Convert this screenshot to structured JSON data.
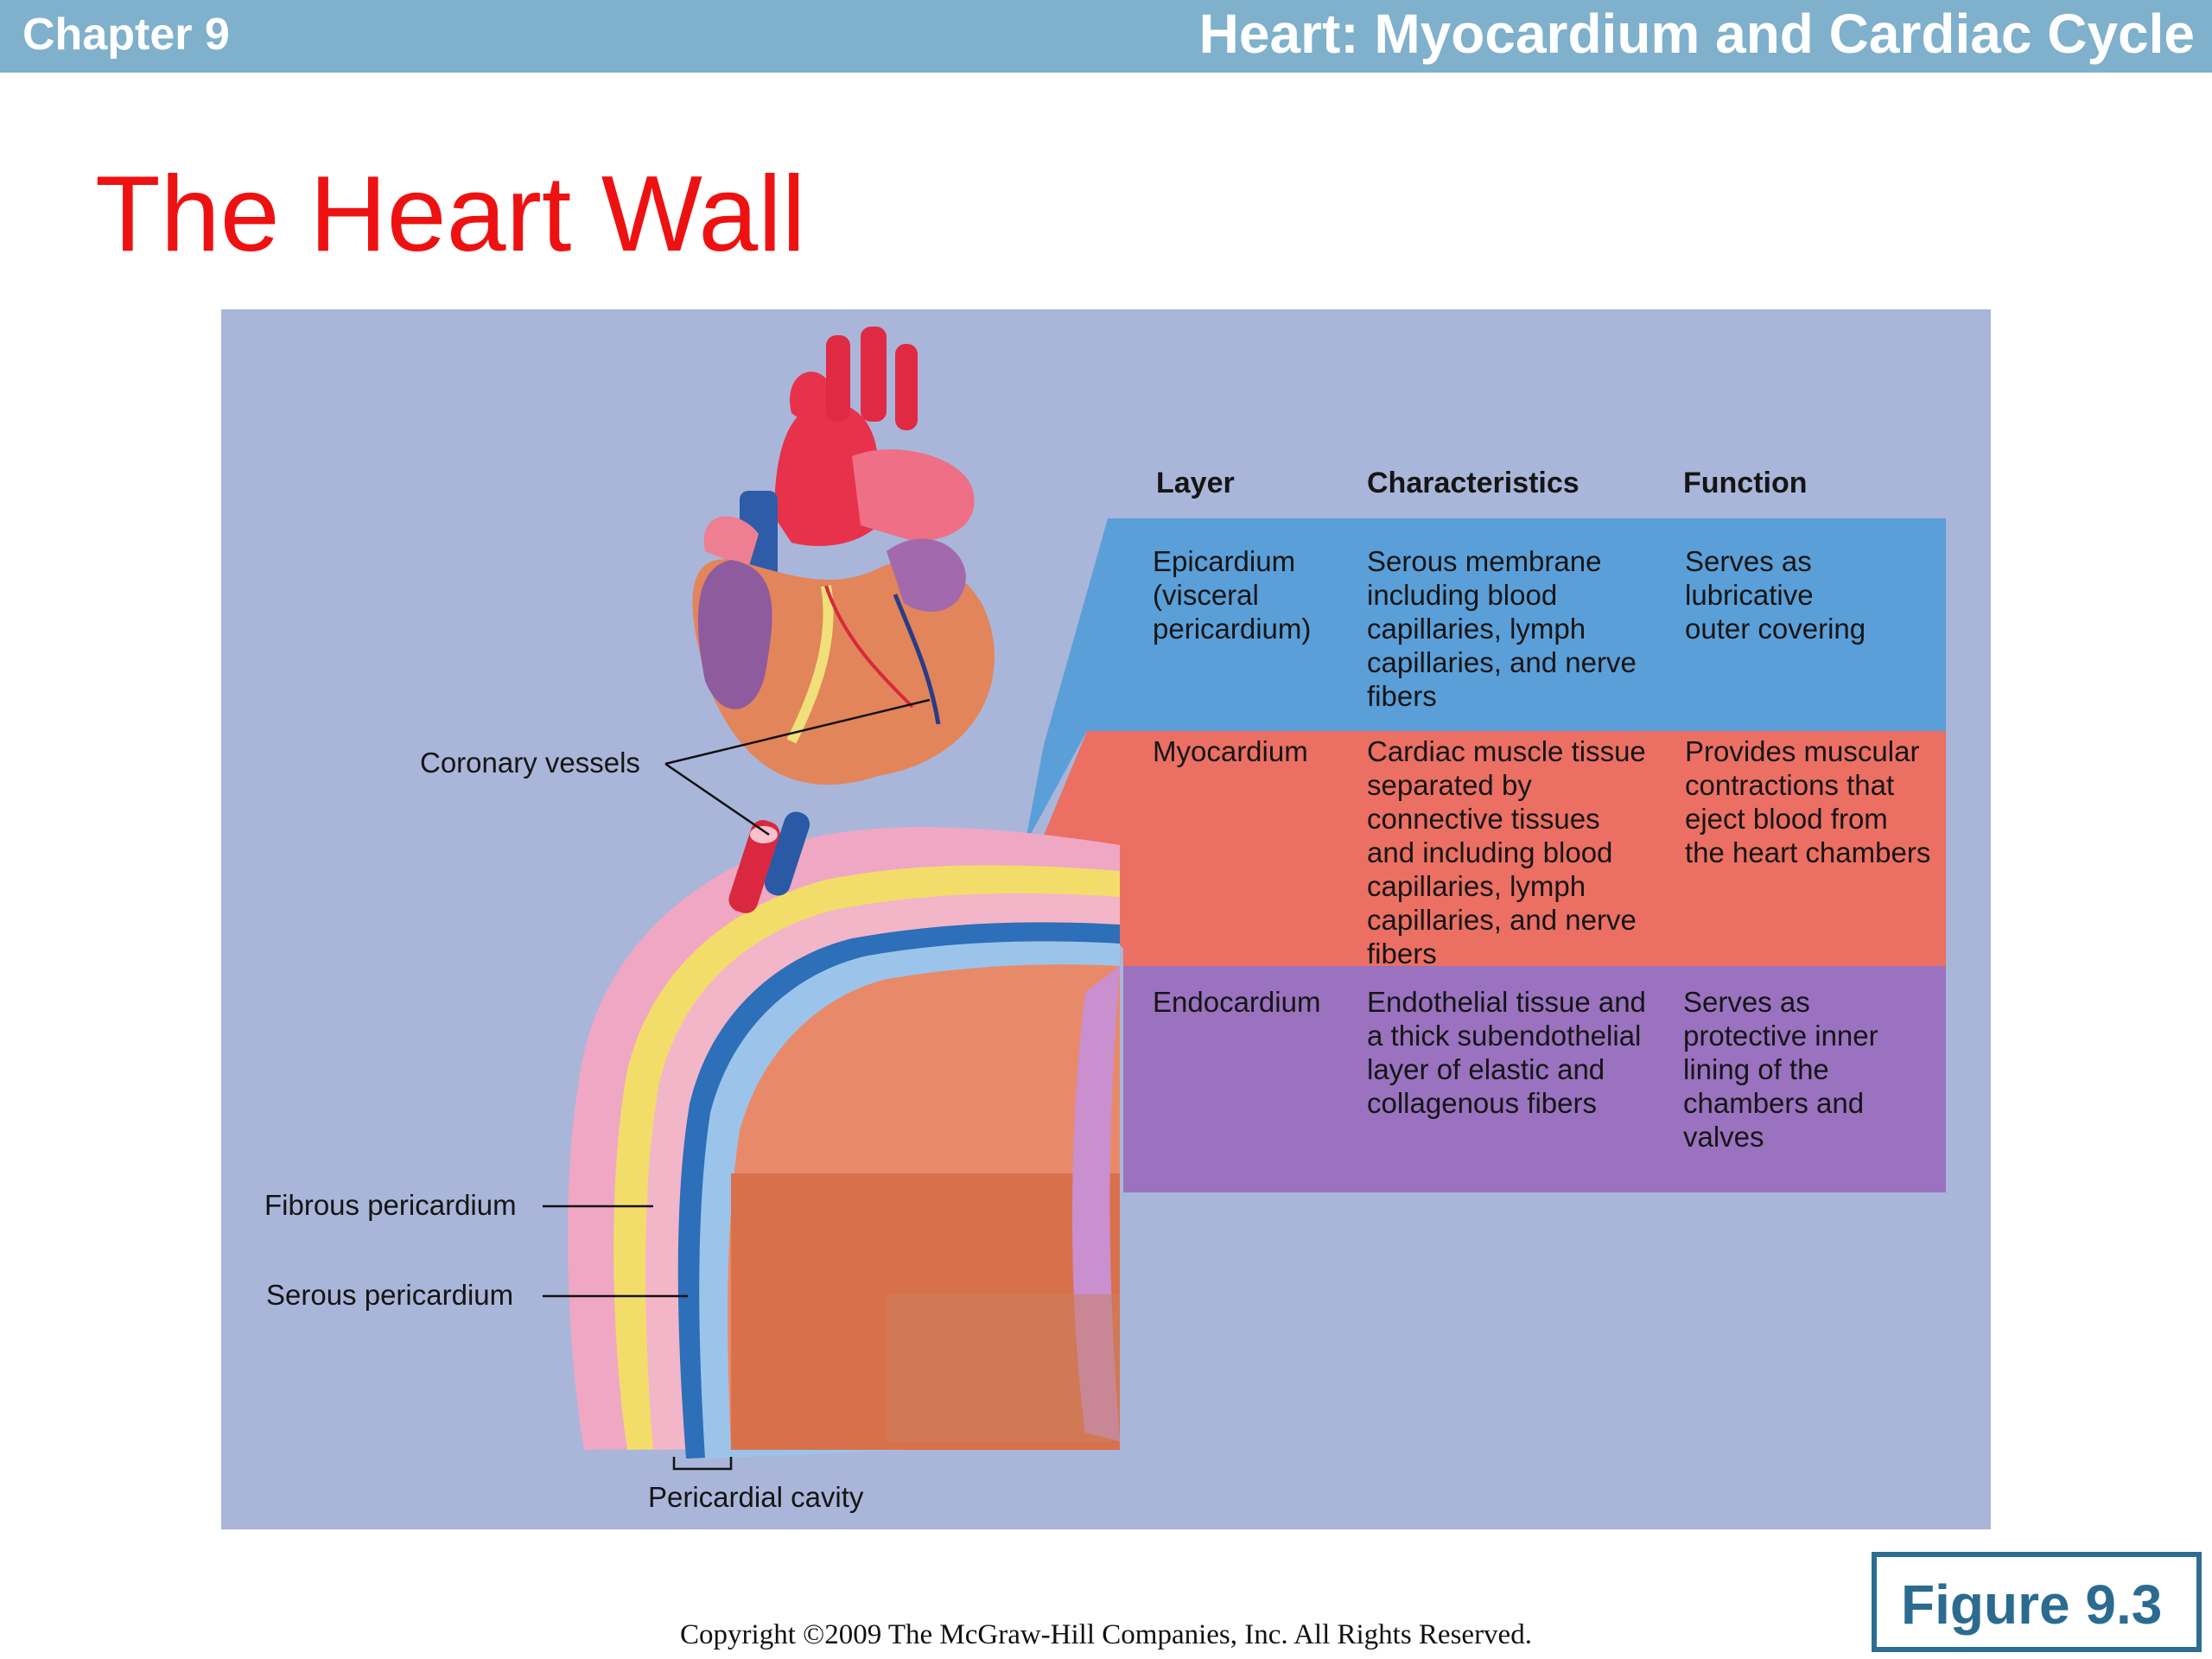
{
  "header": {
    "chapter": "Chapter 9",
    "title": "Heart: Myocardium and Cardiac Cycle"
  },
  "slide_title": "The Heart Wall",
  "figure": {
    "table": {
      "headers": [
        "Layer",
        "Characteristics",
        "Function"
      ],
      "rows": [
        {
          "layer": "Epicardium\n  (visceral\n  pericardium)",
          "characteristics": "Serous membrane\nincluding blood\ncapillaries, lymph\ncapillaries, and nerve\nfibers",
          "function": "Serves as\nlubricative\nouter covering",
          "color": "#5b9fd8"
        },
        {
          "layer": "Myocardium",
          "characteristics": "Cardiac muscle tissue\nseparated by\nconnective tissues\nand including blood\ncapillaries, lymph\ncapillaries, and nerve\nfibers",
          "function": "Provides muscular\ncontractions that\neject blood from\nthe heart chambers",
          "color": "#ec6f63"
        },
        {
          "layer": "Endocardium",
          "characteristics": "Endothelial tissue and\na thick subendothelial\nlayer of elastic and\ncollagenous fibers",
          "function": "Serves as\nprotective inner\nlining of the\nchambers and\nvalves",
          "color": "#9a72c0"
        }
      ]
    },
    "labels": {
      "coronary_vessels": "Coronary vessels",
      "fibrous_pericardium": "Fibrous pericardium",
      "serous_pericardium": "Serous pericardium",
      "pericardial_cavity": "Pericardial cavity"
    },
    "background_color": "#a9b6d9"
  },
  "figure_badge": "Figure 9.3",
  "copyright": "Copyright ©2009 The McGraw-Hill Companies, Inc. All Rights Reserved."
}
